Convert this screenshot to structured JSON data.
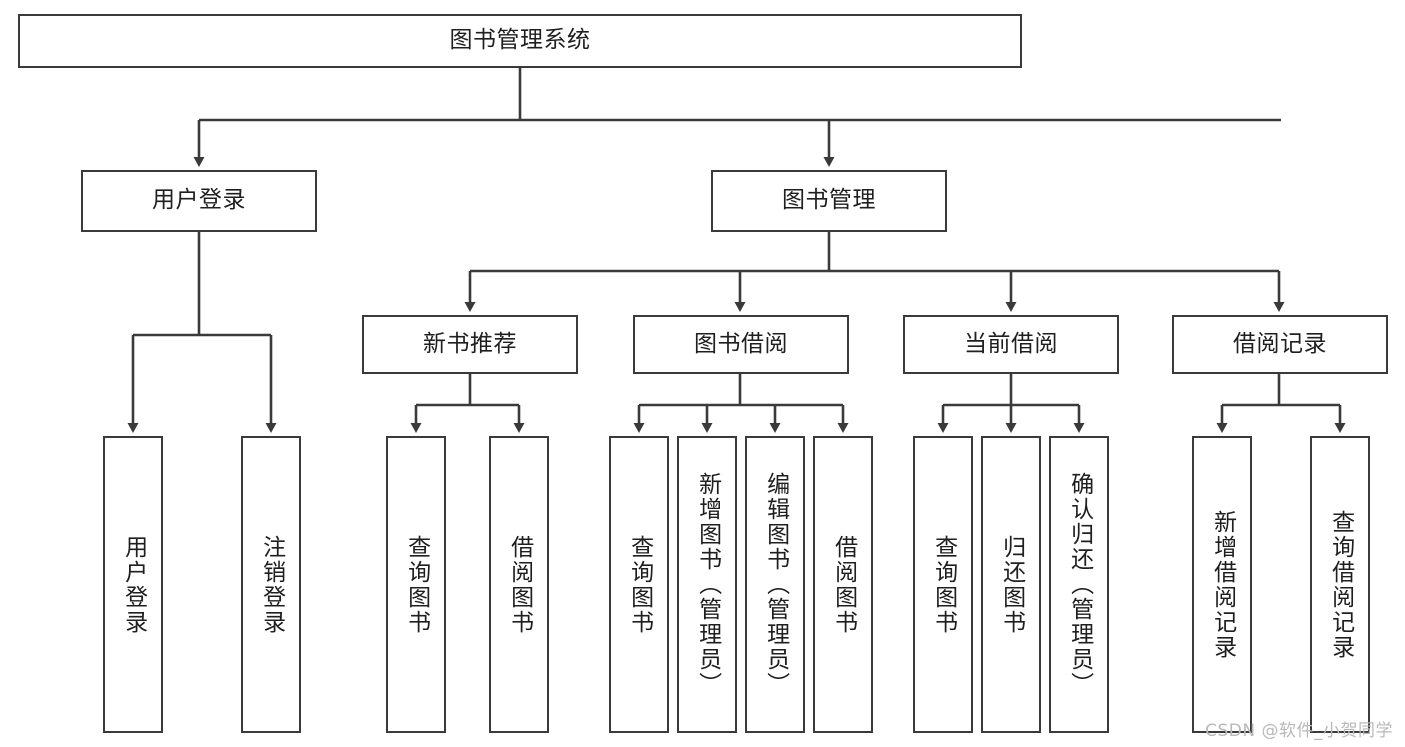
{
  "diagram": {
    "title": "图书管理系统",
    "stroke_color": "#3a3a3a",
    "text_color": "#1f1f1f",
    "background": "#ffffff",
    "levels": {
      "root": {
        "label": "图书管理系统"
      },
      "level2": [
        {
          "label": "用户登录"
        },
        {
          "label": "图书管理"
        }
      ],
      "level3": [
        {
          "label": "新书推荐"
        },
        {
          "label": "图书借阅"
        },
        {
          "label": "当前借阅"
        },
        {
          "label": "借阅记录"
        }
      ],
      "leaves": {
        "user_login": [
          {
            "label": "用户登录"
          },
          {
            "label": "注销登录"
          }
        ],
        "new_book_recommend": [
          {
            "label": "查询图书"
          },
          {
            "label": "借阅图书"
          }
        ],
        "book_borrow": [
          {
            "label": "查询图书"
          },
          {
            "label": "新增图书（管理员）"
          },
          {
            "label": "编辑图书（管理员）"
          },
          {
            "label": "借阅图书"
          }
        ],
        "current_borrow": [
          {
            "label": "查询图书"
          },
          {
            "label": "归还图书"
          },
          {
            "label": "确认归还（管理员）"
          }
        ],
        "borrow_record": [
          {
            "label": "新增借阅记录"
          },
          {
            "label": "查询借阅记录"
          }
        ]
      }
    },
    "watermark": "CSDN @软件_小贺同学"
  }
}
